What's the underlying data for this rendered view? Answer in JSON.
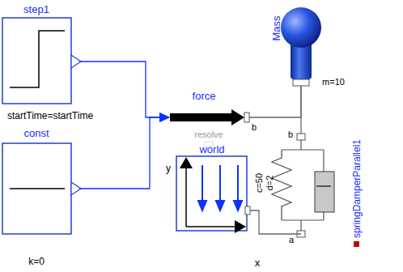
{
  "diagram": {
    "nodes": [
      {
        "text": [
          "step1",
          "startTime=startTime"
        ]
      },
      {
        "text": [
          "force"
        ]
      },
      {
        "text": [
          "Mass",
          "m=10"
        ]
      },
      {
        "text": [
          "const",
          "k=0"
        ]
      },
      {
        "text": [
          "world"
        ]
      },
      {
        "text": [
          "springDamperParallel1",
          "c=50",
          "d=2"
        ]
      }
    ],
    "edges": [
      {
        "from": 0,
        "to": 1,
        "arrow": "to"
      },
      {
        "from": 3,
        "to": 1,
        "arrow": "to"
      },
      {
        "from": 1,
        "to": 2,
        "arrow": "none"
      },
      {
        "from": 2,
        "to": 5,
        "arrow": "none"
      },
      {
        "from": 4,
        "to": 5,
        "arrow": "none"
      }
    ],
    "labels": [
      "b",
      "resolve",
      "b",
      "a",
      "y",
      "x"
    ]
  }
}
